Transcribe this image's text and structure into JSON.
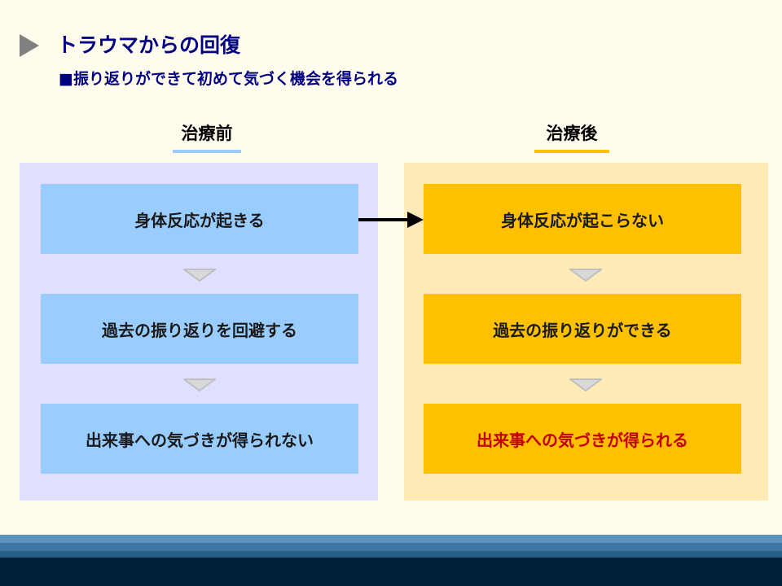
{
  "slide": {
    "title": "トラウマからの回復",
    "subtitle": "■振り返りができて初めて気づく機会を得られる"
  },
  "columns": [
    {
      "header": "治療前",
      "accent_color": "#99CCFF",
      "panel_color": "#DFDFFF",
      "steps": [
        {
          "label": "身体反応が起きる"
        },
        {
          "label": "過去の振り返りを回避する"
        },
        {
          "label": "出来事への気づきが得られない"
        }
      ]
    },
    {
      "header": "治療後",
      "accent_color": "#FFC000",
      "panel_color": "#FFEBB8",
      "steps": [
        {
          "label": "身体反応が起こらない"
        },
        {
          "label": "過去の振り返りができる"
        },
        {
          "label": "出来事への気づきが得られる",
          "highlight_color": "#C00000"
        }
      ]
    }
  ],
  "icons": {
    "title_marker": "triangle-right-icon",
    "step_arrow": "chevron-down-icon",
    "transition_arrow": "arrow-right-icon"
  }
}
